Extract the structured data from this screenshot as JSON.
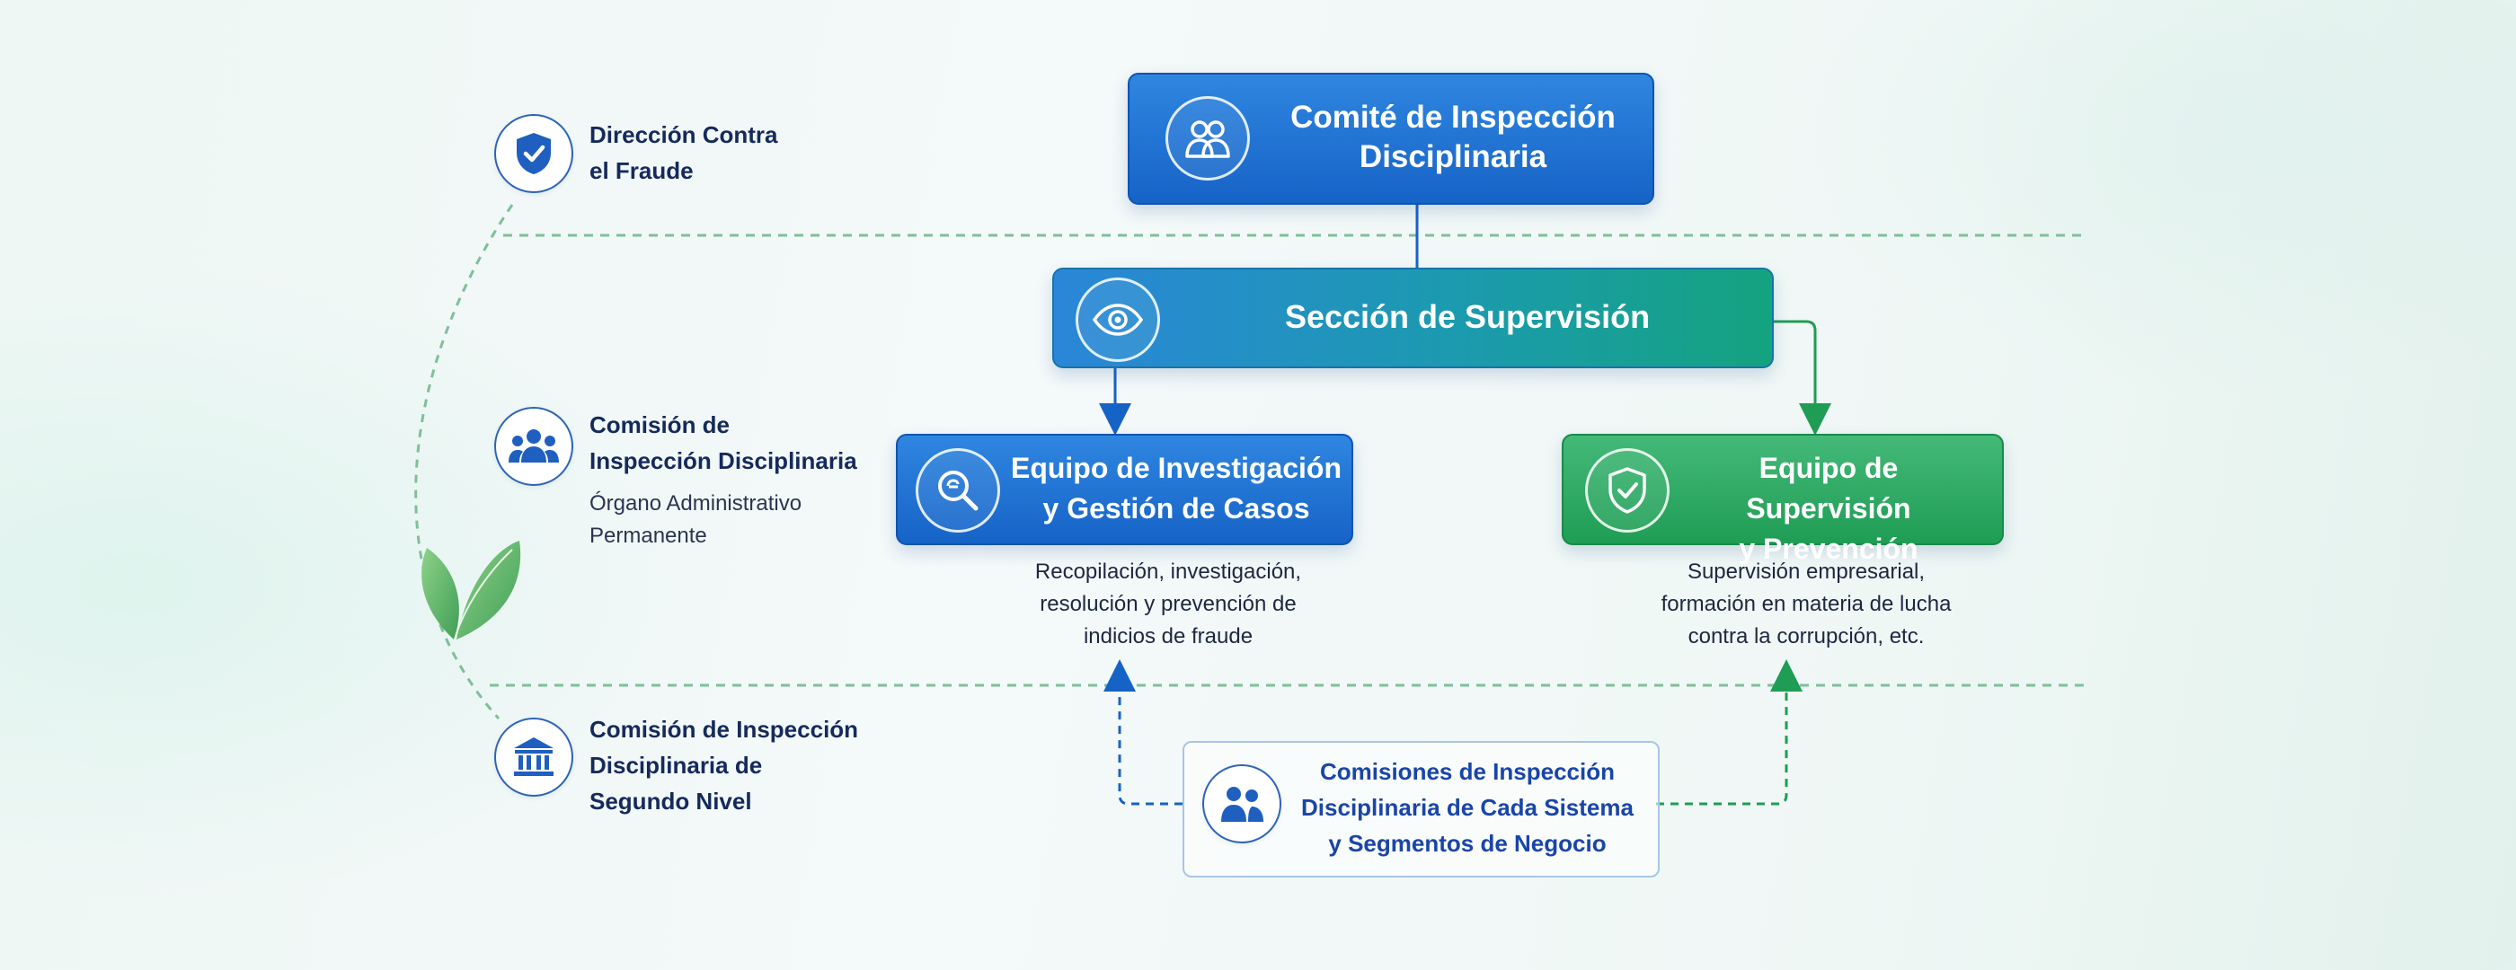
{
  "left": {
    "direccion": {
      "line1": "Dirección Contra",
      "line2": "el Fraude",
      "icon": "shield-check-icon"
    },
    "comision": {
      "line1": "Comisión de",
      "line2": "Inspección Disciplinaria",
      "sub1": "Órgano Administrativo",
      "sub2": "Permanente",
      "icon": "users-group-icon"
    },
    "segundo": {
      "line1": "Comisión de Inspección",
      "line2": "Disciplinaria de",
      "line3": "Segundo Nivel",
      "icon": "bank-building-icon"
    }
  },
  "comite": {
    "line1": "Comité de Inspección",
    "line2": "Disciplinaria",
    "icon": "people-icon"
  },
  "seccion": {
    "label": "Sección de Supervisión",
    "icon": "eye-icon"
  },
  "investigacion": {
    "line1": "Equipo de Investigación",
    "line2": "y Gestión de Casos",
    "icon": "magnifier-icon",
    "desc1": "Recopilación, investigación,",
    "desc2": "resolución y prevención de",
    "desc3": "indicios de fraude"
  },
  "supervision": {
    "line1": "Equipo de Supervisión",
    "line2": "y Prevención",
    "icon": "shield-check-icon",
    "desc1": "Supervisión empresarial,",
    "desc2": "formación en materia de lucha",
    "desc3": "contra la corrupción, etc."
  },
  "comisiones": {
    "line1": "Comisiones de Inspección",
    "line2": "Disciplinaria de Cada Sistema",
    "line3": "y Segmentos de Negocio",
    "icon": "users-group-icon"
  },
  "colors": {
    "blue": "#1663c7",
    "green": "#1f9d55",
    "navy": "#152a5c",
    "dash": "#7fbf9a"
  }
}
